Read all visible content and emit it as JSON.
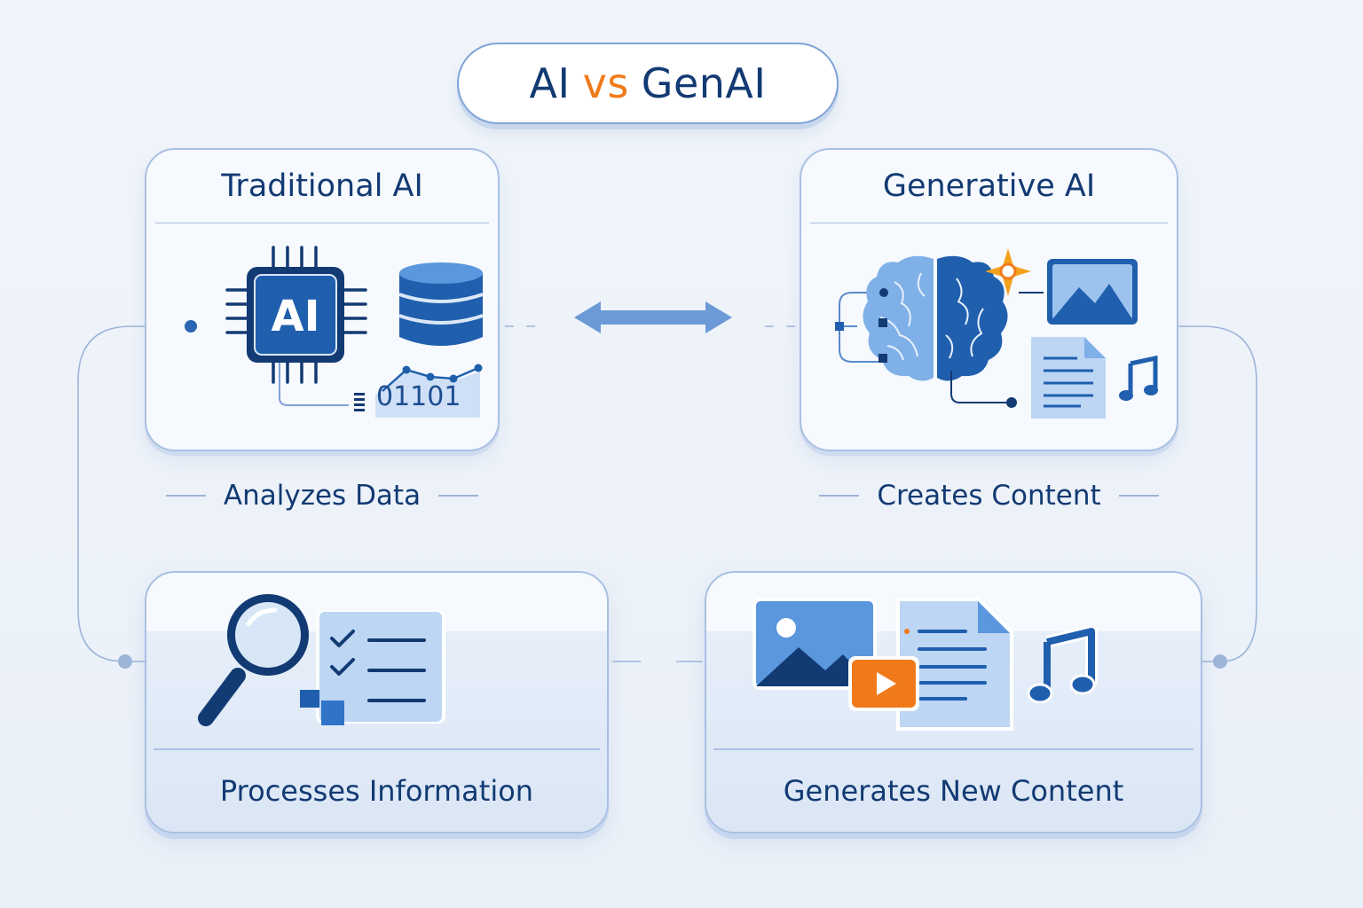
{
  "title": {
    "part1": "AI",
    "part2": "vs",
    "part3": "GenAI"
  },
  "left_panel": {
    "heading": "Traditional AI",
    "chip_label": "AI",
    "binary_text": "01101",
    "caption": "Analyzes Data"
  },
  "right_panel": {
    "heading": "Generative AI",
    "caption": "Creates Content"
  },
  "bottom_left": {
    "label": "Processes Information"
  },
  "bottom_right": {
    "label": "Generates New Content"
  },
  "colors": {
    "navy": "#123a73",
    "primary_blue": "#1f5fae",
    "light_blue": "#cfe0f6",
    "accent_orange": "#f07a1a",
    "border": "#a9c0e2"
  },
  "icons": [
    "ai-chip-icon",
    "database-icon",
    "line-chart-icon",
    "double-arrow-icon",
    "brain-icon",
    "sparkle-icon",
    "image-icon",
    "document-icon",
    "music-note-icon",
    "magnifier-icon",
    "checklist-icon",
    "play-video-icon"
  ]
}
